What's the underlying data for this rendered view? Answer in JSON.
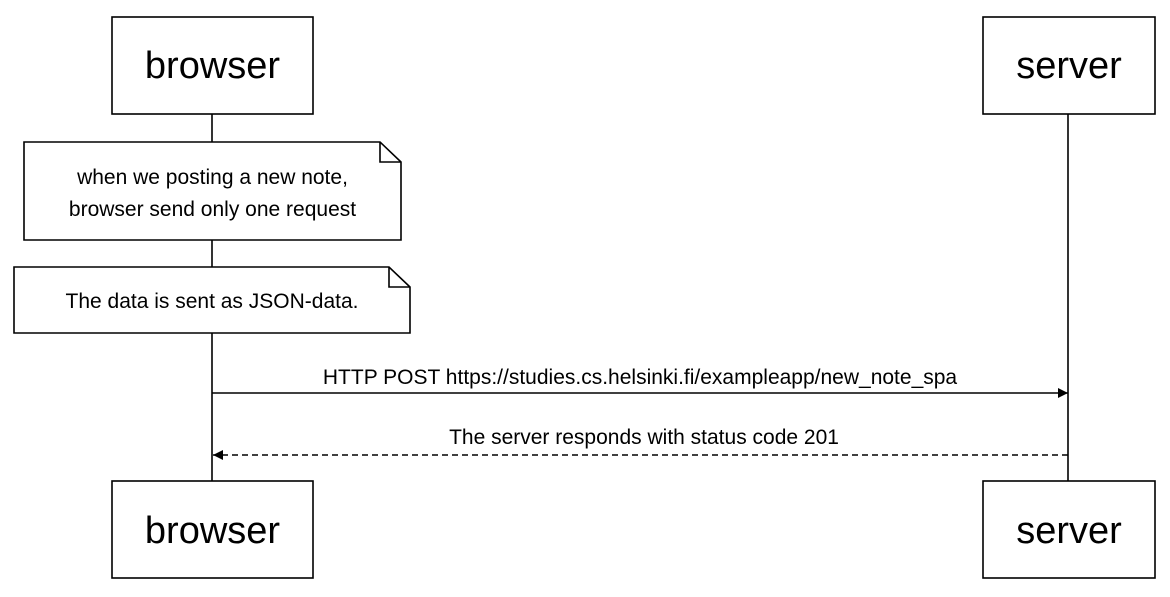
{
  "participants": {
    "browser": {
      "label": "browser"
    },
    "server": {
      "label": "server"
    }
  },
  "notes": [
    {
      "lines": [
        "when we posting a new note,",
        "browser send only one request"
      ]
    },
    {
      "lines": [
        "The data is sent as JSON-data."
      ]
    }
  ],
  "messages": [
    {
      "from": "browser",
      "to": "server",
      "style": "solid",
      "label": "HTTP POST https://studies.cs.helsinki.fi/exampleapp/new_note_spa"
    },
    {
      "from": "server",
      "to": "browser",
      "style": "dashed",
      "label": "The server responds with status code 201"
    }
  ],
  "colors": {
    "line": "#000000",
    "box_fill": "#ffffff"
  }
}
